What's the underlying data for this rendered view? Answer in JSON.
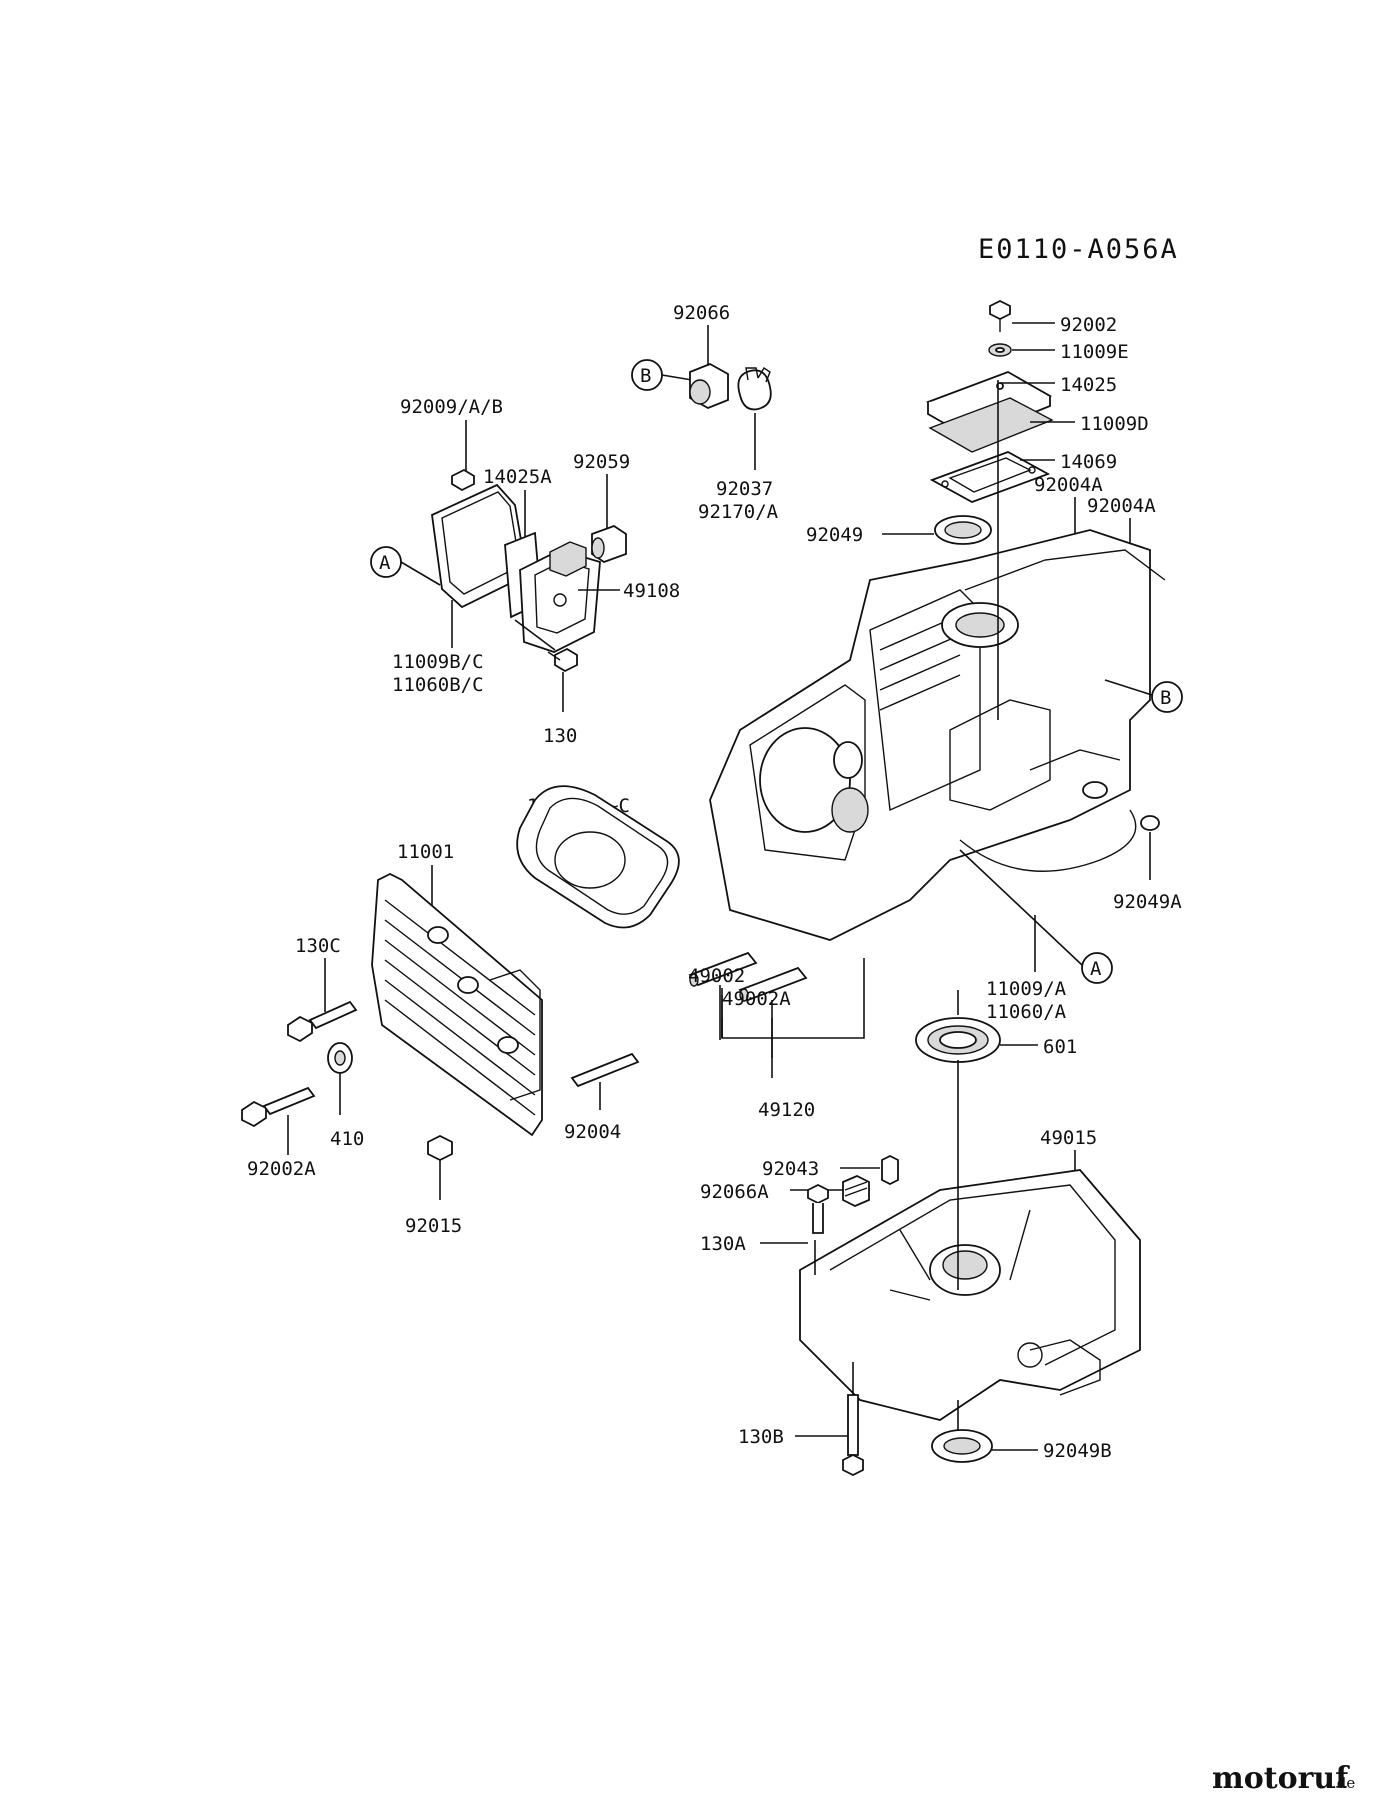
{
  "diagram_id": "E0110-A056A",
  "watermark": {
    "brand": "motoruf",
    "suffix": ".de",
    "color_brand": "#1e9e3a",
    "color_dot": "#e07a00"
  },
  "callouts": {
    "b_top": "B",
    "a_left": "A",
    "b_right": "B",
    "a_right": "A"
  },
  "part_labels": {
    "p92066": "92066",
    "p92037": "92037",
    "p92170A": "92170/A",
    "p92009": "92009/A/B",
    "p14025A": "14025A",
    "p92059": "92059",
    "p49108": "49108",
    "p11009BC": "11009B/C",
    "p11060BC": "11060B/C",
    "p130": "130",
    "p92002": "92002",
    "p11009E": "11009E",
    "p14025": "14025",
    "p11009D": "11009D",
    "p14069": "14069",
    "p92004A_1": "92004A",
    "p92004A_2": "92004A",
    "p92049": "92049",
    "p92049A": "92049A",
    "p11004": "11004/A~C",
    "p11001": "11001",
    "p130C": "130C",
    "p410": "410",
    "p92002A": "92002A",
    "p92004": "92004",
    "p92015": "92015",
    "p49002": "49002",
    "p49002A": "49002A",
    "p49120": "49120",
    "p11009A": "11009/A",
    "p11060A": "11060/A",
    "p601": "601",
    "p49015": "49015",
    "p92043": "92043",
    "p92066A": "92066A",
    "p130A": "130A",
    "p130B": "130B",
    "p92049B": "92049B"
  }
}
